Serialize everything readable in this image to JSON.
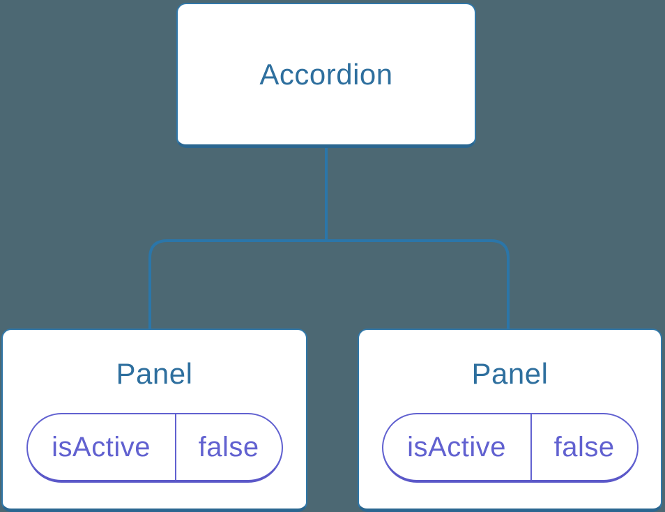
{
  "tree": {
    "root": {
      "label": "Accordion"
    },
    "children": [
      {
        "label": "Panel",
        "props": [
          {
            "name": "isActive",
            "value": "false"
          }
        ]
      },
      {
        "label": "Panel",
        "props": [
          {
            "name": "isActive",
            "value": "false"
          }
        ]
      }
    ]
  },
  "colors": {
    "background": "#4C6873",
    "connector": "#2B76A9",
    "node_border": "#3077A8",
    "node_border_bottom": "#2A6690",
    "node_background": "#FFFFFF",
    "node_label": "#2E6F9E",
    "prop_accent": "#6161D0",
    "prop_accent_dark": "#5B58C8"
  }
}
